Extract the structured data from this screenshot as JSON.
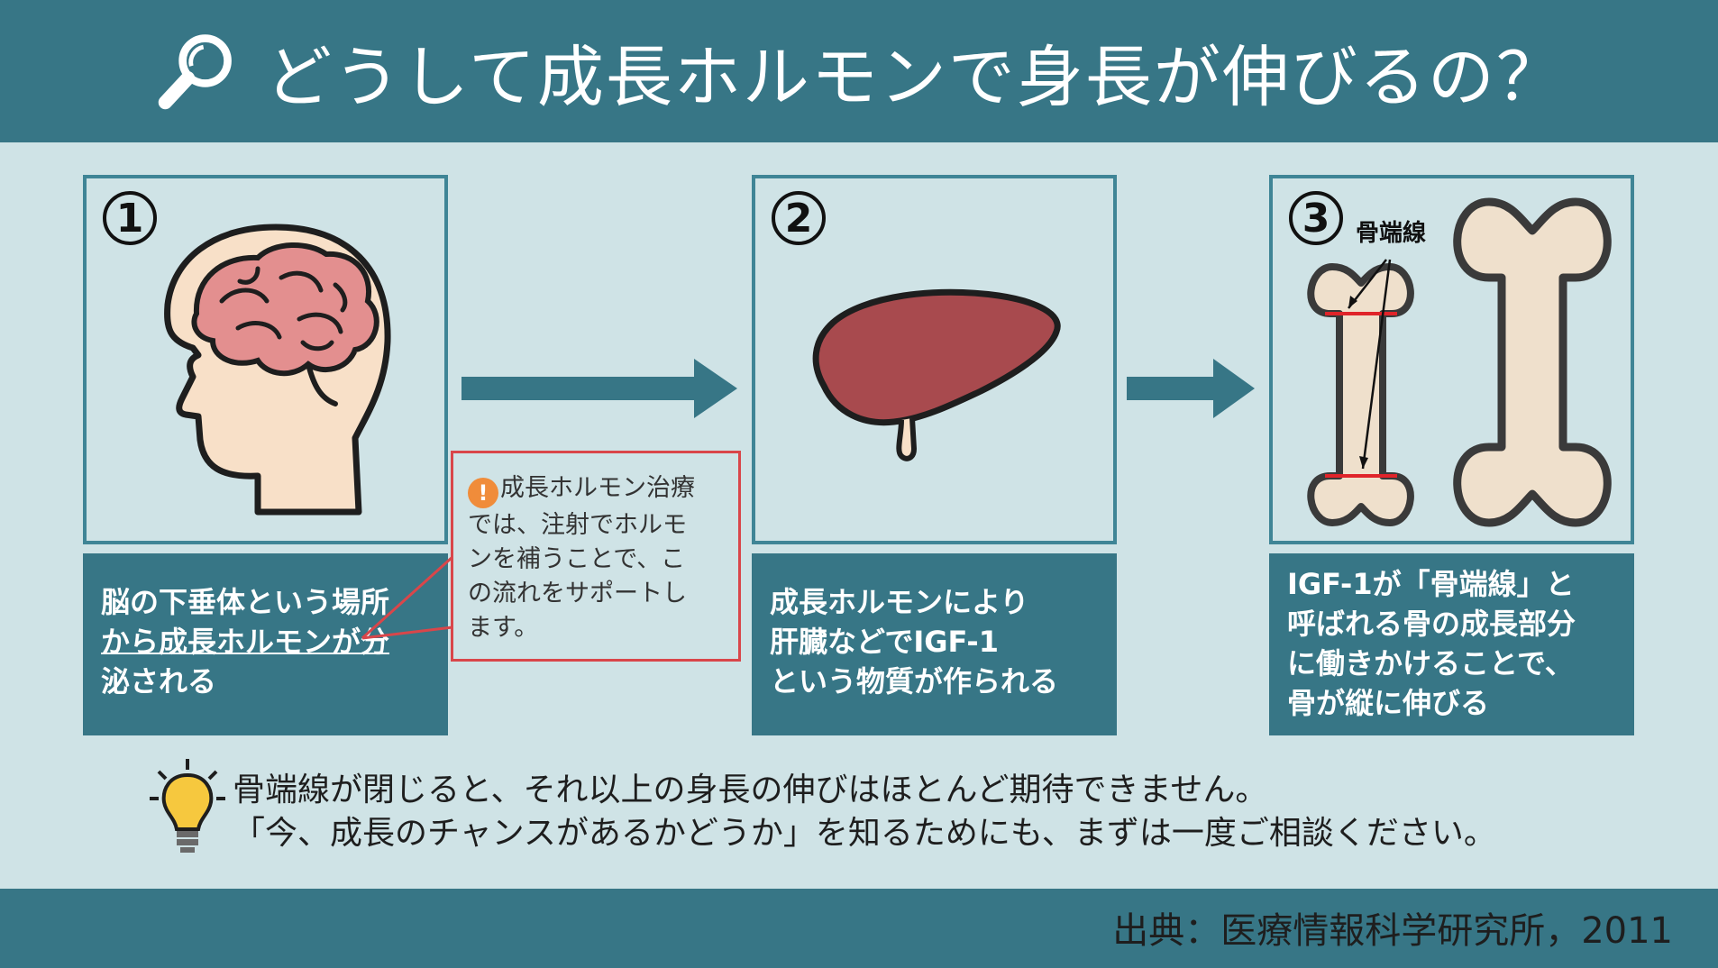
{
  "header": {
    "title": "どうして成長ホルモンで身長が伸びるの？",
    "icon": "magnifier-icon"
  },
  "steps": [
    {
      "number": "1",
      "icon": "head-brain-icon",
      "caption_lines": [
        "脳の下垂体という場所",
        "から成長ホルモンが分",
        "泌される"
      ]
    },
    {
      "number": "2",
      "icon": "liver-icon",
      "caption_lines": [
        "成長ホルモンにより",
        "肝臓などでIGF-1",
        "という物質が作られる"
      ]
    },
    {
      "number": "3",
      "icon": "bones-icon",
      "label": "骨端線",
      "caption_lines": [
        "IGF-1が「骨端線」と",
        "呼ばれる骨の成長部分",
        "に働きかけることで、",
        "骨が縦に伸びる"
      ]
    }
  ],
  "note": {
    "icon": "exclamation-icon",
    "icon_text": "!",
    "lines": [
      "成長ホルモン治療",
      "では、注射でホルモ",
      "ンを補うことで、こ",
      "の流れをサポートし",
      "ます。"
    ]
  },
  "tip": {
    "icon": "lightbulb-icon",
    "line1": "骨端線が閉じると、それ以上の身長の伸びはほとんど期待できません。",
    "line2": "「今、成長のチャンスがあるかどうか」を知るためにも、まずは一度ご相談ください。"
  },
  "footer": {
    "source": "出典：医療情報科学研究所，2011"
  },
  "colors": {
    "header": "#377686",
    "background": "#cfe3e6",
    "panel_border": "#3f8596",
    "arrow": "#377686",
    "note_border": "#d9464a",
    "brain": "#e38f8f",
    "skin": "#f8e0c8",
    "liver": "#a84a4e",
    "bone": "#efe0cc",
    "growth_line": "#e0242a"
  }
}
